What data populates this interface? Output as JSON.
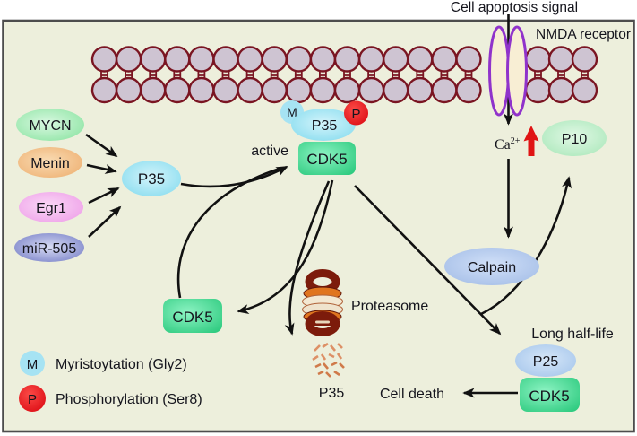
{
  "title": "Cell apoptosis signal",
  "membrane": {
    "nmda_label": "NMDA receptor"
  },
  "nodes": {
    "mycn": "MYCN",
    "menin": "Menin",
    "egr1": "Egr1",
    "mir505": "miR-505",
    "p35_free": "P35",
    "active_label": "active",
    "m_badge": "M",
    "p_badge": "P",
    "p35_complex": "P35",
    "cdk5_active": "CDK5",
    "ca_base": "Ca",
    "ca_sup": "2+",
    "p10": "P10",
    "calpain": "Calpain",
    "cdk5_free": "CDK5",
    "proteasome": "Proteasome",
    "p35_degraded": "P35",
    "long_half_life": "Long half-life",
    "p25": "P25",
    "cdk5_p25": "CDK5",
    "cell_death": "Cell death"
  },
  "legend": [
    {
      "badge": "M",
      "label": "Myristoytation (Gly2)",
      "color": "#a6e3f3"
    },
    {
      "badge": "P",
      "label": "Phosphorylation (Ser8)",
      "color": "#e8141c"
    }
  ],
  "colors": {
    "panel_fill": "#edefdc",
    "panel_border": "#4d4d4d",
    "membrane_head": "#cec4d2",
    "membrane_outline": "#7a1522",
    "nmda_outline": "#9033cb",
    "nmda_fill": "#f8eed4",
    "arrow": "#111111",
    "red_accent": "#e01414",
    "cdk5_green": "#35cf85",
    "p35_cyan": "#86dcef",
    "p25_blue": "#a5c6ec",
    "calpain_blue": "#a3bde7",
    "p10_green": "#ace8bb",
    "proteasome_maroon": "#7c1b0b",
    "proteasome_orange": "#e0751f",
    "fragment_orange": "#dd9066"
  }
}
